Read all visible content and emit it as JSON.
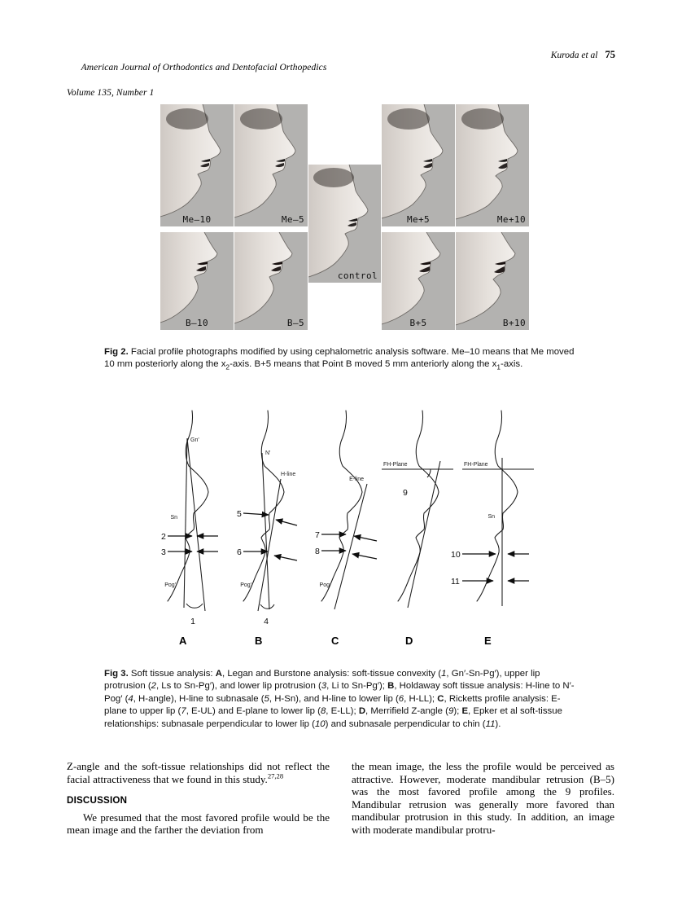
{
  "running_head": {
    "journal": "American Journal of Orthodontics and Dentofacial Orthopedics",
    "volume_line": "Volume 135, Number 1",
    "volume_word": "Volume",
    "volume_rest": "135, Number 1",
    "authors": "Kuroda et al",
    "page_number": "75"
  },
  "figure2": {
    "photos": [
      {
        "id": "me-minus-10",
        "label": "Me–10",
        "row": "top",
        "col": 1
      },
      {
        "id": "me-minus-5",
        "label": "Me–5",
        "row": "top",
        "col": 2
      },
      {
        "id": "control",
        "label": "control",
        "row": "middle",
        "col": 3
      },
      {
        "id": "me-plus-5",
        "label": "Me+5",
        "row": "top",
        "col": 4
      },
      {
        "id": "me-plus-10",
        "label": "Me+10",
        "row": "top",
        "col": 5
      },
      {
        "id": "b-minus-10",
        "label": "B–10",
        "row": "bottom",
        "col": 1
      },
      {
        "id": "b-minus-5",
        "label": "B–5",
        "row": "bottom",
        "col": 2
      },
      {
        "id": "b-plus-5",
        "label": "B+5",
        "row": "bottom",
        "col": 4
      },
      {
        "id": "b-plus-10",
        "label": "B+10",
        "row": "bottom",
        "col": 5
      }
    ],
    "caption_label": "Fig 2.",
    "caption_text_1": " Facial profile photographs modified by using cephalometric analysis software. Me–10 means that Me moved 10 mm posteriorly along the x",
    "caption_sub_1": "2",
    "caption_text_2": "-axis. B+5 means that Point B moved 5 mm anteriorly along the x",
    "caption_sub_2": "1",
    "caption_text_3": "-axis."
  },
  "figure3": {
    "panel_letters": [
      "A",
      "B",
      "C",
      "D",
      "E"
    ],
    "panels": {
      "A": {
        "landmarks": [
          "Gn'",
          "Sn",
          "Pog'"
        ],
        "markers": [
          "2",
          "3",
          "1"
        ]
      },
      "B": {
        "landmarks": [
          "N'",
          "H-line",
          "Pog'"
        ],
        "markers": [
          "5",
          "6",
          "4"
        ]
      },
      "C": {
        "landmarks": [
          "E-line",
          "Pog"
        ],
        "markers": [
          "7",
          "8"
        ]
      },
      "D": {
        "landmarks": [
          "FH-Plane"
        ],
        "markers": [
          "9"
        ]
      },
      "E": {
        "landmarks": [
          "FH-Plane",
          "Sn"
        ],
        "markers": [
          "10",
          "11"
        ]
      }
    },
    "caption_label": "Fig 3.",
    "caption_html": " Soft tissue analysis: <b>A</b>, Legan and Burstone analysis: soft-tissue convexity (<i>1</i>, Gn′-Sn-Pg′), upper lip protrusion (<i>2</i>, Ls to Sn-Pg′), and lower lip protrusion (<i>3</i>, Li to Sn-Pg′); <b>B</b>, Holdaway soft tissue analysis: H-line to N′-Pog′ (<i>4</i>, H-angle), H-line to subnasale (<i>5</i>, H-Sn), and H-line to lower lip (<i>6</i>, H-LL); <b>C</b>, Ricketts profile analysis: E-plane to upper lip (<i>7</i>, E-UL) and E-plane to lower lip (<i>8</i>, E-LL); <b>D</b>, Merrifield Z-angle (<i>9</i>); <b>E</b>, Epker et al soft-tissue relationships: subnasale perpendicular to lower lip (<i>10</i>) and subnasale perpendicular to chin (<i>11</i>)."
  },
  "body": {
    "left_para_1_html": "Z-angle and the soft-tissue relationships did not reflect the facial attractiveness that we found in this study.<sup>27,28</sup>",
    "section_heading": "DISCUSSION",
    "left_para_2": "We presumed that the most favored profile would be the mean image and the farther the deviation from",
    "right_para": "the mean image, the less the profile would be perceived as attractive. However, moderate mandibular retrusion (B–5) was the most favored profile among the 9 profiles. Mandibular retrusion was generally more favored than mandibular protrusion in this study. In addition, an image with moderate mandibular protru-"
  },
  "colors": {
    "photo_background": "#b3b2b0",
    "page_background": "#ffffff",
    "text": "#000000",
    "diagram_line": "#1a1a1a"
  }
}
